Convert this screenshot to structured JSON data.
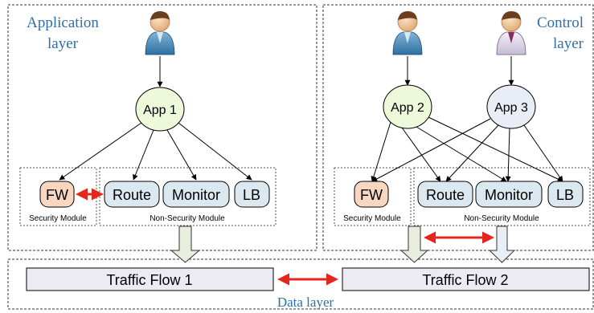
{
  "labels": {
    "application_layer_line1": "Application",
    "application_layer_line2": "layer",
    "control_layer_line1": "Control",
    "control_layer_line2": "layer",
    "data_layer": "Data layer"
  },
  "left": {
    "app": "App 1",
    "security_module": "Security Module",
    "non_security_module": "Non-Security Module",
    "fw": "FW",
    "route": "Route",
    "monitor": "Monitor",
    "lb": "LB"
  },
  "right": {
    "app2": "App 2",
    "app3": "App 3",
    "security_module": "Security Module",
    "non_security_module": "Non-Security Module",
    "fw": "FW",
    "route": "Route",
    "monitor": "Monitor",
    "lb": "LB"
  },
  "traffic": {
    "flow1": "Traffic Flow 1",
    "flow2": "Traffic Flow 2"
  },
  "colors": {
    "app_green": "#eef9dc",
    "app_blue": "#e9edf5",
    "fw_orange": "#f9d6c0",
    "module_blue": "#dbe8ef",
    "traffic_fill": "#eceaf3",
    "arrow_red": "#e5261d",
    "label_blue": "#2f6fa8"
  }
}
